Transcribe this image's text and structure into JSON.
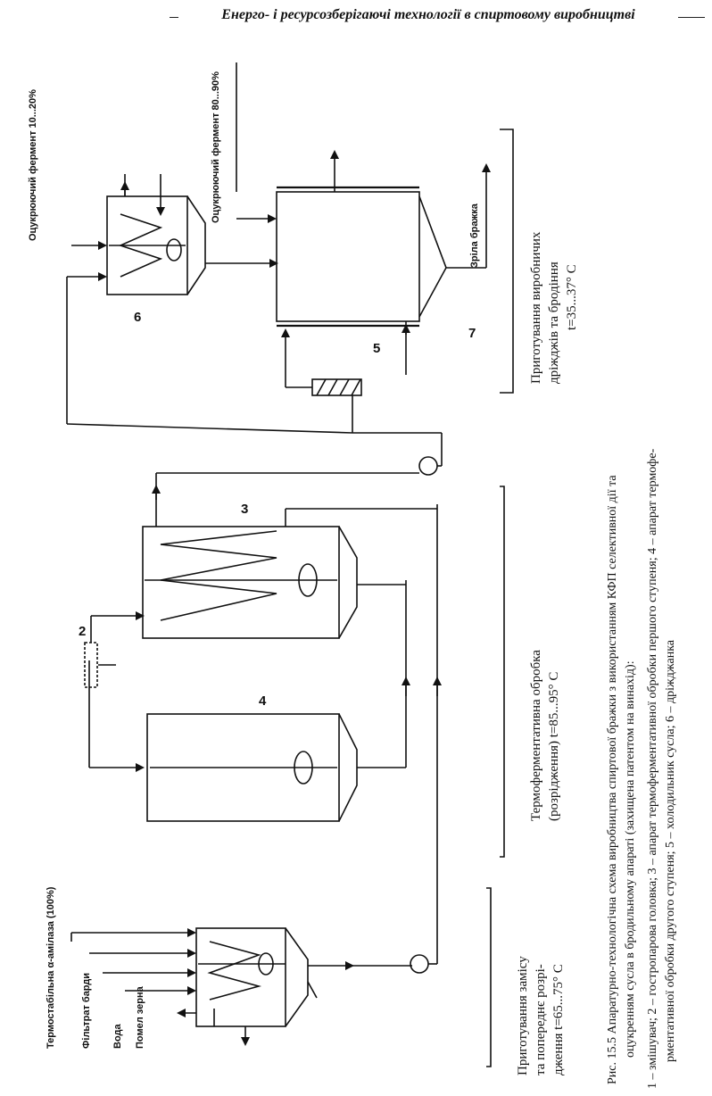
{
  "header": {
    "running_title": "Енерго- і ресурсозберігаючі технології в спиртовому виробництві"
  },
  "inputs": {
    "enzyme_amylase": "Термостабільна α-амілаза (100%)",
    "filtrate": "Фільтрат барди",
    "water": "Вода",
    "grain": "Помел зерна",
    "enzyme_1": "Оцукрюючий фермент 10...20%",
    "enzyme_2": "Оцукрюючий фермент 80...90%",
    "product": "Зріла бражка"
  },
  "numbers": [
    "2",
    "3",
    "4",
    "5",
    "6",
    "7"
  ],
  "stages": {
    "stage1": [
      "Приготування замісу",
      "та попереднє розрі-",
      "дження t=65...75° С"
    ],
    "stage2": [
      "Термоферментативна обробка",
      "(розрідження) t=85...95° С"
    ],
    "stage3": [
      "Приготування виробничих",
      "дріжджів та бродіння",
      "t=35...37° С"
    ]
  },
  "caption": {
    "lines": [
      "Рис. 15.5 Апаратурно-технологічна схема виробництва спиртової бражки з використанням КФП селективної дії та",
      "оцукренням сусла в бродильному апараті (захищена патентом на винахід):",
      "1 – змішувач; 2 – гостропарова головка; 3 – апарат термоферментативної обробки першого ступеня; 4 – апарат термофе-",
      "рментативної обробки другого ступеня; 5 – холодильник сусла; 6 – дріжджанка"
    ]
  }
}
